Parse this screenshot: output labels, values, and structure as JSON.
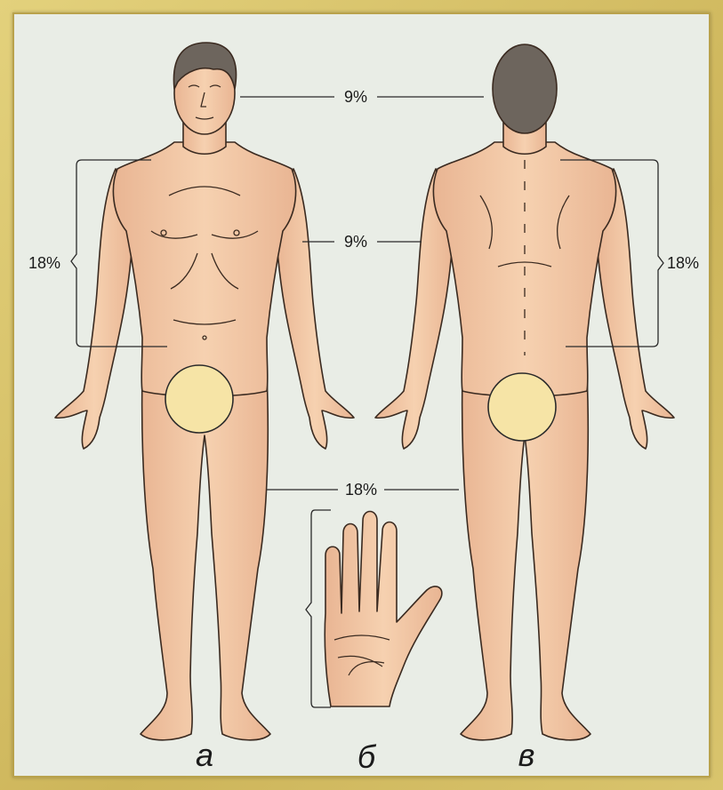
{
  "labels": {
    "head": "9%",
    "front_trunk": "18%",
    "chest": "9%",
    "back_trunk": "18%",
    "leg": "18%"
  },
  "captions": {
    "front": "а",
    "hand": "б",
    "back": "в"
  },
  "colors": {
    "frame": "#d4bd62",
    "background": "#e9ede6",
    "skin": "#f2c7a2",
    "hair": "#6d655d",
    "privacy_circle": "#f6e4a6"
  }
}
